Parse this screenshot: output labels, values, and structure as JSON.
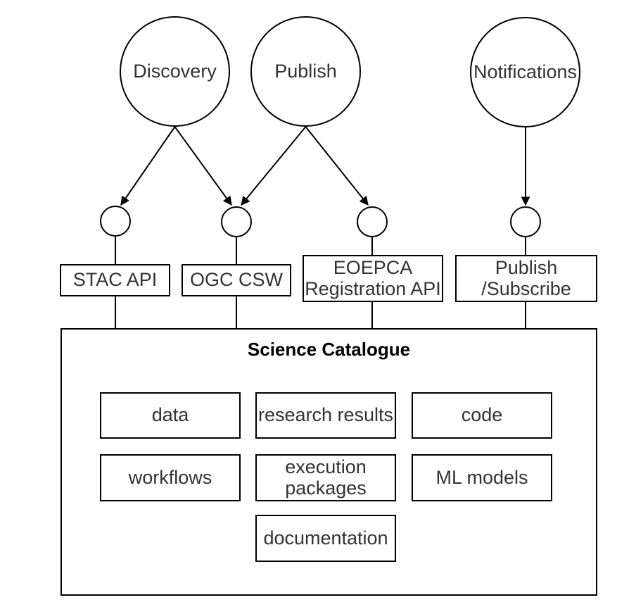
{
  "diagram": {
    "actors": [
      {
        "label": "Discovery"
      },
      {
        "label": "Publish"
      },
      {
        "label": "Notifications"
      }
    ],
    "interfaces": [
      {
        "label": "STAC API"
      },
      {
        "label": "OGC CSW"
      },
      {
        "label": "EOEPCA\nRegistration API"
      },
      {
        "label": "Publish\n/Subscribe"
      }
    ],
    "catalogue": {
      "title": "Science Catalogue",
      "items": [
        {
          "label": "data"
        },
        {
          "label": "research results"
        },
        {
          "label": "code"
        },
        {
          "label": "workflows"
        },
        {
          "label": "execution\npackages"
        },
        {
          "label": "ML models"
        },
        {
          "label": "documentation"
        }
      ]
    },
    "colors": {
      "stroke": "#000000",
      "label_text": "#333333",
      "title_text": "#000000",
      "background": "#ffffff"
    }
  }
}
